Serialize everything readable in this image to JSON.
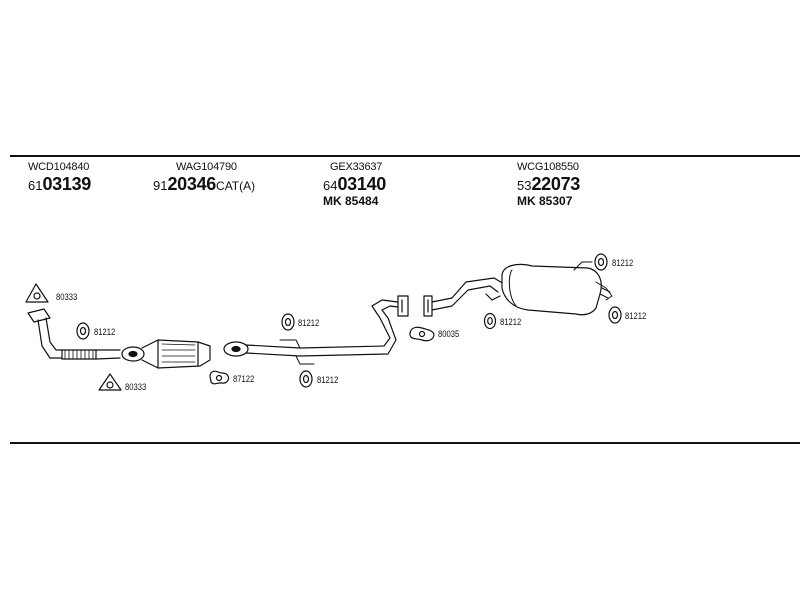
{
  "parts": {
    "p1": {
      "code": "WCD104840",
      "prefix": "61",
      "number": "03139",
      "suffix": ""
    },
    "p2": {
      "code": "WAG104790",
      "prefix": "91",
      "number": "20346",
      "suffix": "CAT(A)"
    },
    "p3": {
      "code": "GEX33637",
      "prefix": "64",
      "number": "03140",
      "suffix": "",
      "mk": "MK 85484"
    },
    "p4": {
      "code": "WCG108550",
      "prefix": "53",
      "number": "22073",
      "suffix": "",
      "mk": "MK 85307"
    }
  },
  "fittings": {
    "f1": "80333",
    "f2": "81212",
    "f3": "80333",
    "f4": "87122",
    "f5": "81212",
    "f6": "81212",
    "f7": "80035",
    "f8": "81212",
    "f9": "81212",
    "f10": "81212"
  }
}
